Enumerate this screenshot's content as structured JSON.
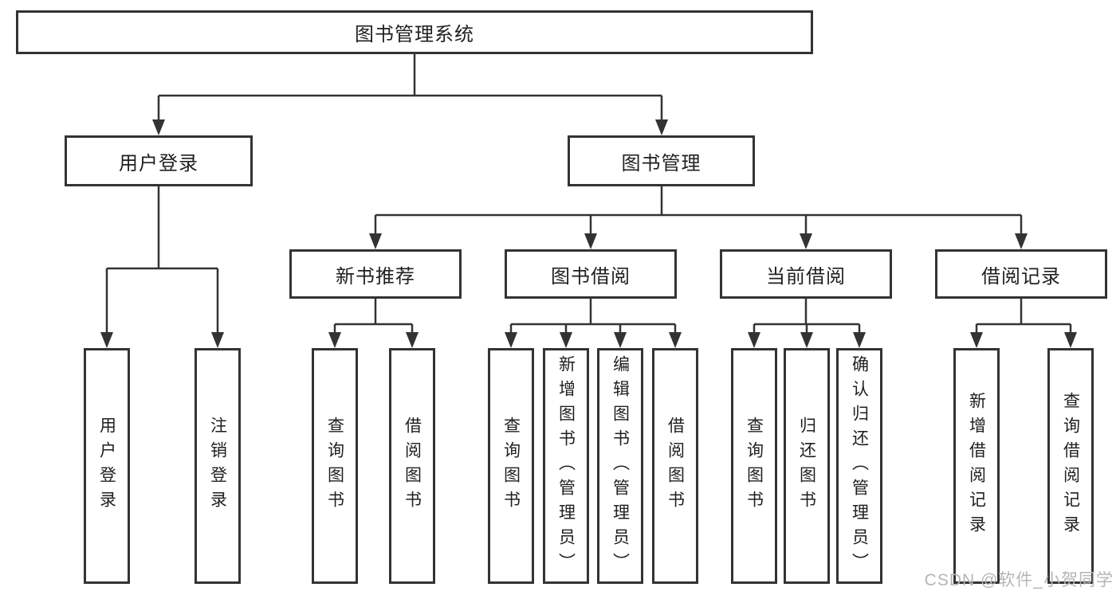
{
  "diagram": {
    "root": {
      "label": "图书管理系统"
    },
    "level2": [
      {
        "id": "user-login",
        "label": "用户登录"
      },
      {
        "id": "book-management",
        "label": "图书管理"
      }
    ],
    "level3": [
      {
        "id": "new-book-recommend",
        "label": "新书推荐"
      },
      {
        "id": "book-borrow",
        "label": "图书借阅"
      },
      {
        "id": "current-borrow",
        "label": "当前借阅"
      },
      {
        "id": "borrow-records",
        "label": "借阅记录"
      }
    ],
    "leaves": {
      "user_login": [
        "用户登录",
        "注销登录"
      ],
      "new_book": [
        "查询图书",
        "借阅图书"
      ],
      "book_borrow": [
        "查询图书",
        "新增图书（管理员）",
        "编辑图书（管理员）",
        "借阅图书"
      ],
      "current_borrow": [
        "查询图书",
        "归还图书",
        "确认归还（管理员）"
      ],
      "borrow_records": [
        "新增借阅记录",
        "查询借阅记录"
      ]
    }
  },
  "watermark": {
    "text": "CSDN @软件_小贺同学"
  },
  "colors": {
    "line": "#333333",
    "box_border": "#333333",
    "text": "#1f1f1f",
    "watermark": "#b5b5b5",
    "background": "#ffffff"
  }
}
